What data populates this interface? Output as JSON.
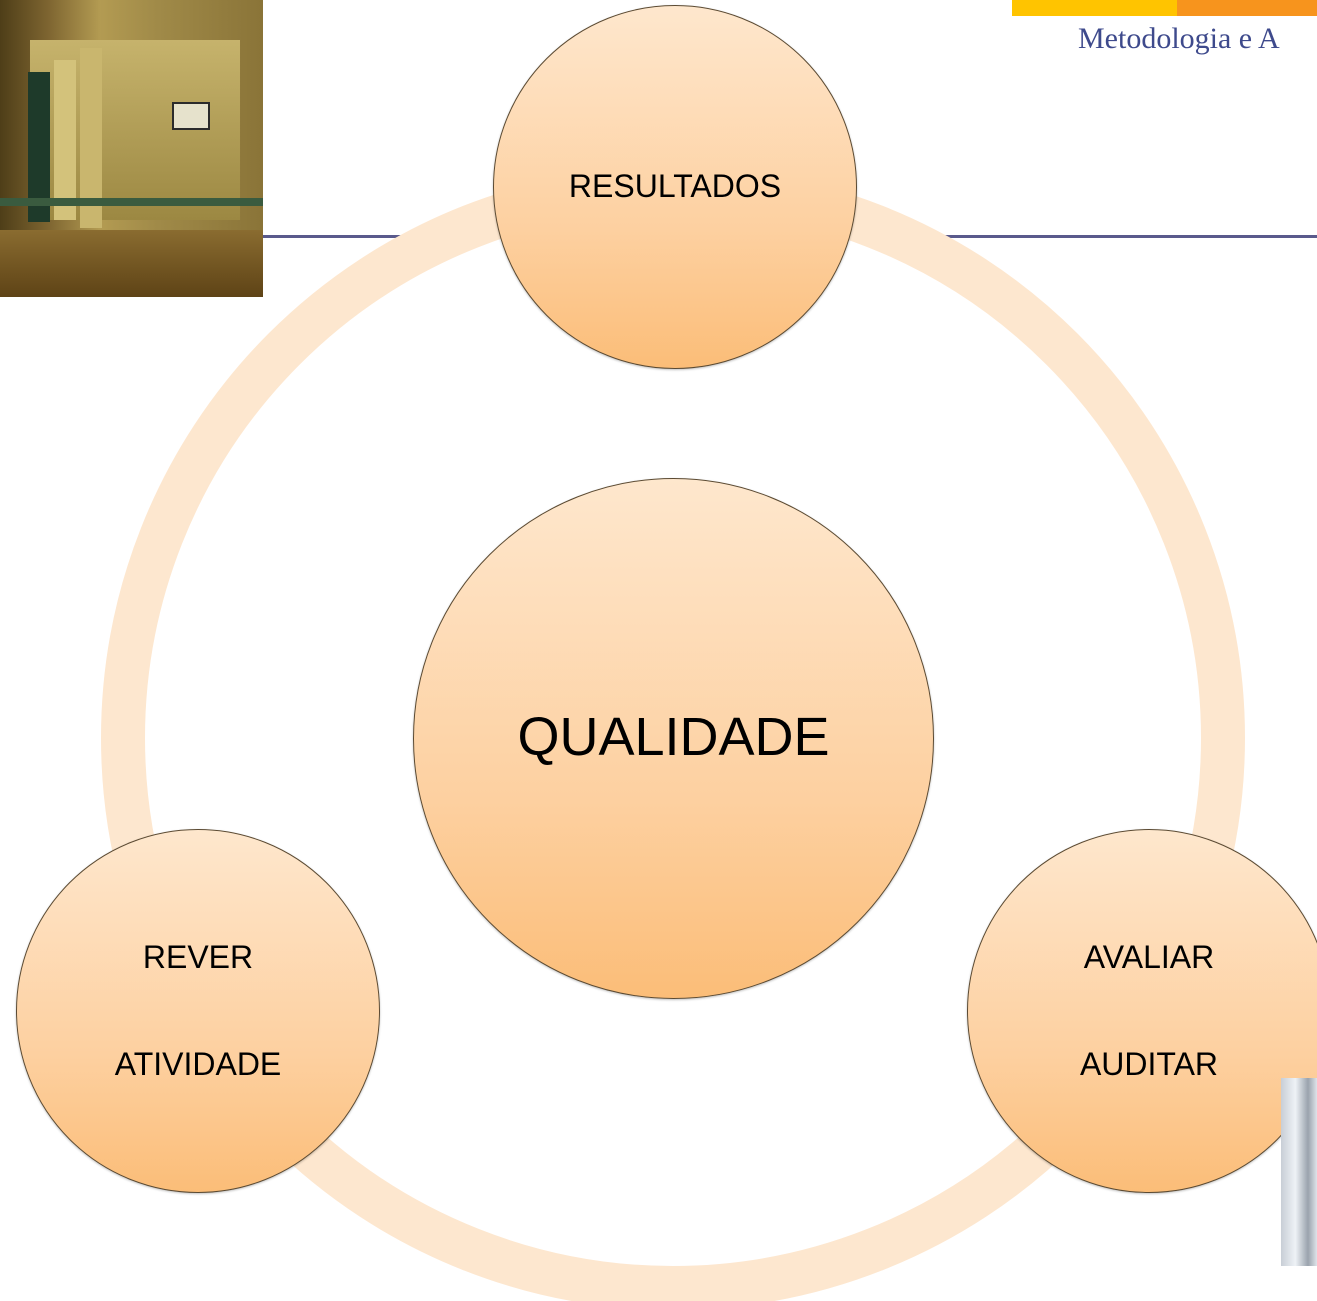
{
  "header": {
    "title_fragment": "Metodologia e A",
    "band_colors": [
      "#ffc400",
      "#f7941d"
    ],
    "rule_color": "#5a5a8c"
  },
  "diagram": {
    "center": {
      "label": "QUALIDADE"
    },
    "nodes": [
      {
        "id": "top",
        "lines": [
          "RESULTADOS"
        ]
      },
      {
        "id": "left",
        "lines": [
          "REVER",
          "ATIVIDADE"
        ]
      },
      {
        "id": "right",
        "lines": [
          "AVALIAR",
          "AUDITAR"
        ]
      }
    ],
    "ring_color": "#fde7cf",
    "node_fill": "#fdd0a0",
    "node_border": "#5b4a32"
  },
  "images": {
    "top_left": "hospital-corridor-photo",
    "bottom_right": "partial-equipment-photo"
  }
}
